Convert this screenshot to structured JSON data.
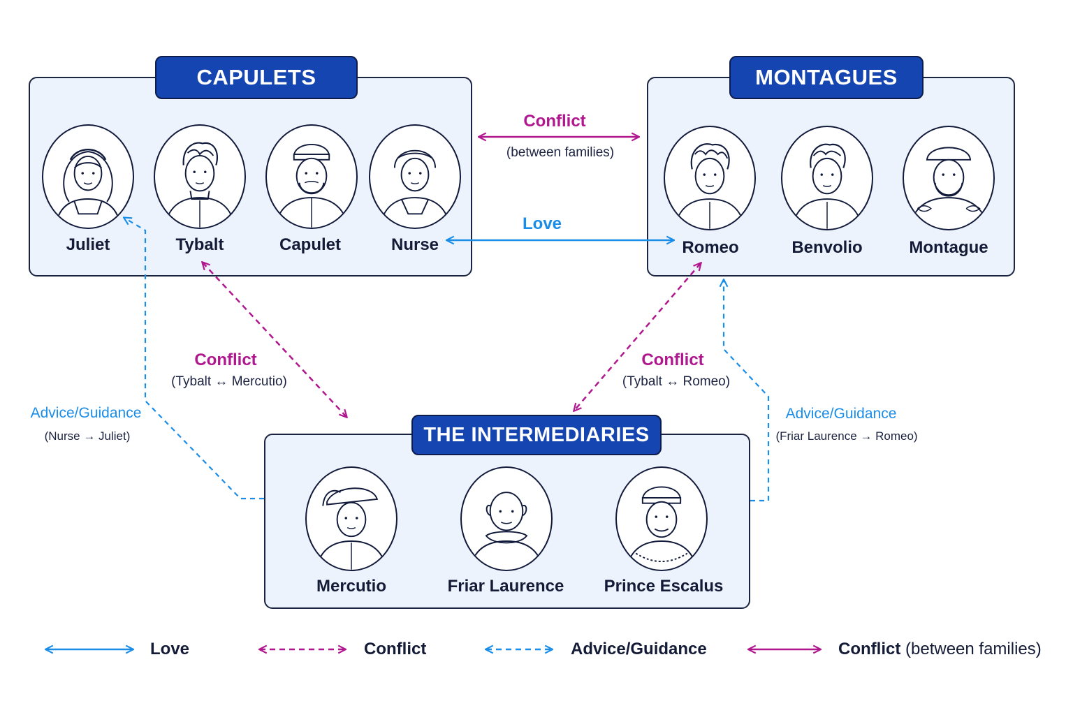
{
  "groups": {
    "capulets": {
      "title": "CAPULETS",
      "members": [
        "Juliet",
        "Tybalt",
        "Capulet",
        "Nurse"
      ]
    },
    "montagues": {
      "title": "MONTAGUES",
      "members": [
        "Romeo",
        "Benvolio",
        "Montague"
      ]
    },
    "intermediaries": {
      "title": "THE INTERMEDIARIES",
      "members": [
        "Mercutio",
        "Friar Laurence",
        "Prince Escalus"
      ]
    }
  },
  "relationships": {
    "families_conflict": {
      "label": "Conflict",
      "sub": "(between families)"
    },
    "love": {
      "label": "Love"
    },
    "tybalt_mercutio": {
      "label": "Conflict",
      "sub": "(Tybalt ↔ Mercutio)"
    },
    "tybalt_romeo": {
      "label": "Conflict",
      "sub": "(Tybalt ↔ Romeo)"
    },
    "nurse_juliet": {
      "label": "Advice/Guidance",
      "sub": "(Nurse → Juliet)"
    },
    "friar_romeo": {
      "label": "Advice/Guidance",
      "sub": "(Friar Laurence → Romeo)"
    }
  },
  "legend": {
    "love": "Love",
    "conflict": "Conflict",
    "advice": "Advice/Guidance",
    "families_bold": "Conflict",
    "families_rest": "(between families)"
  },
  "colors": {
    "love": "#1a8de8",
    "conflict": "#b0178e",
    "advice": "#1a8de8",
    "title_fill": "#1445b0",
    "box_fill": "#edf3fc"
  },
  "icons": [
    "juliet-portrait-icon",
    "tybalt-portrait-icon",
    "capulet-portrait-icon",
    "nurse-portrait-icon",
    "romeo-portrait-icon",
    "benvolio-portrait-icon",
    "montague-portrait-icon",
    "mercutio-portrait-icon",
    "friar-laurence-portrait-icon",
    "prince-escalus-portrait-icon"
  ]
}
